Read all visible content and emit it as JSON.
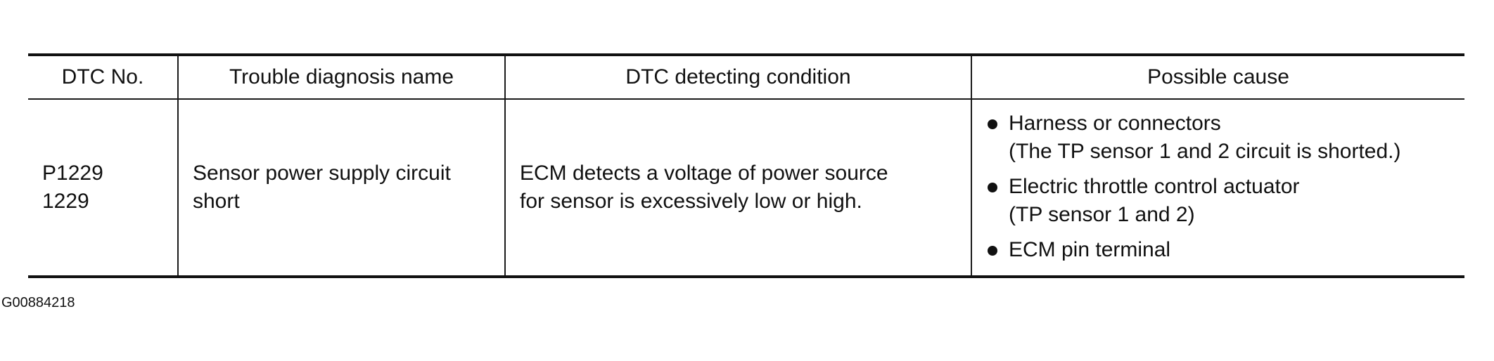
{
  "table": {
    "headers": {
      "code": "DTC No.",
      "name": "Trouble diagnosis name",
      "condition": "DTC detecting condition",
      "cause": "Possible cause"
    },
    "row": {
      "code_primary": "P1229",
      "code_secondary": "1229",
      "name_line1": "Sensor power supply circuit",
      "name_line2": "short",
      "condition_line1": "ECM detects a voltage of power source",
      "condition_line2": "for sensor is excessively low or high.",
      "causes": [
        {
          "text": "Harness or connectors",
          "detail": "(The TP sensor 1 and 2 circuit is shorted.)"
        },
        {
          "text": "Electric throttle control actuator",
          "detail": "(TP sensor 1 and 2)"
        },
        {
          "text": "ECM pin terminal",
          "detail": ""
        }
      ]
    }
  },
  "figure_id": "G00884218",
  "colors": {
    "ink": "#111111",
    "background": "#ffffff"
  }
}
